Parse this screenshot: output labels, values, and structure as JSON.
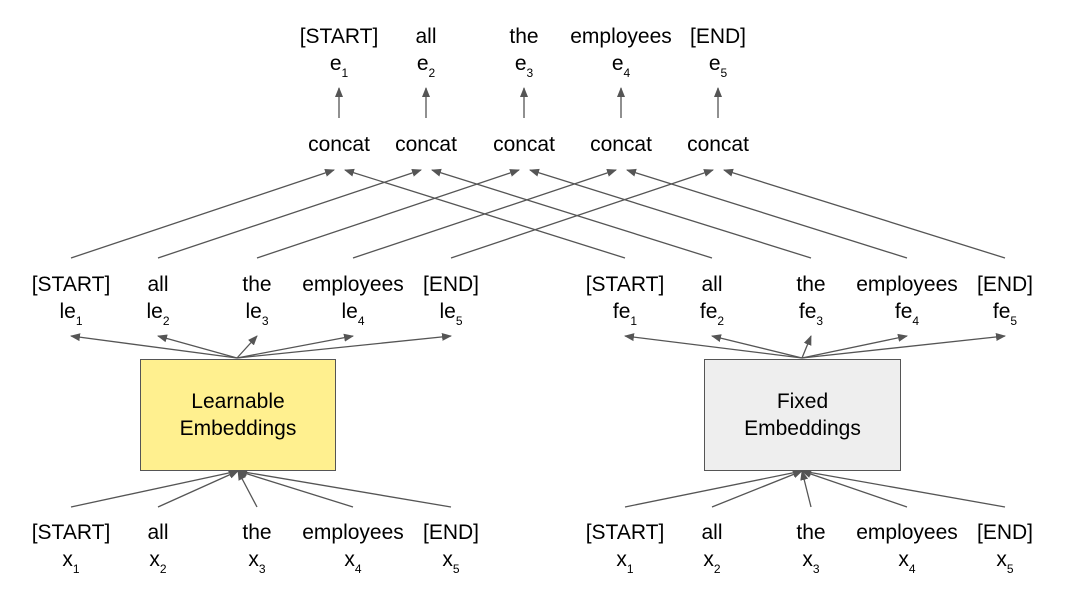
{
  "colors": {
    "learnable_box": "#fff08f",
    "fixed_box": "#eeeeee",
    "arrow": "#555555"
  },
  "outputs": [
    {
      "word": "[START]",
      "sym": "e",
      "sub": "1"
    },
    {
      "word": "all",
      "sym": "e",
      "sub": "2"
    },
    {
      "word": "the",
      "sym": "e",
      "sub": "3"
    },
    {
      "word": "employees",
      "sym": "e",
      "sub": "4"
    },
    {
      "word": "[END]",
      "sym": "e",
      "sub": "5"
    }
  ],
  "concat": [
    "concat",
    "concat",
    "concat",
    "concat",
    "concat"
  ],
  "learnable": {
    "box_line1": "Learnable",
    "box_line2": "Embeddings",
    "embeds": [
      {
        "word": "[START]",
        "sym": "le",
        "sub": "1"
      },
      {
        "word": "all",
        "sym": "le",
        "sub": "2"
      },
      {
        "word": "the",
        "sym": "le",
        "sub": "3"
      },
      {
        "word": "employees",
        "sym": "le",
        "sub": "4"
      },
      {
        "word": "[END]",
        "sym": "le",
        "sub": "5"
      }
    ],
    "inputs": [
      {
        "word": "[START]",
        "sym": "x",
        "sub": "1"
      },
      {
        "word": "all",
        "sym": "x",
        "sub": "2"
      },
      {
        "word": "the",
        "sym": "x",
        "sub": "3"
      },
      {
        "word": "employees",
        "sym": "x",
        "sub": "4"
      },
      {
        "word": "[END]",
        "sym": "x",
        "sub": "5"
      }
    ]
  },
  "fixed": {
    "box_line1": "Fixed",
    "box_line2": "Embeddings",
    "embeds": [
      {
        "word": "[START]",
        "sym": "fe",
        "sub": "1"
      },
      {
        "word": "all",
        "sym": "fe",
        "sub": "2"
      },
      {
        "word": "the",
        "sym": "fe",
        "sub": "3"
      },
      {
        "word": "employees",
        "sym": "fe",
        "sub": "4"
      },
      {
        "word": "[END]",
        "sym": "fe",
        "sub": "5"
      }
    ],
    "inputs": [
      {
        "word": "[START]",
        "sym": "x",
        "sub": "1"
      },
      {
        "word": "all",
        "sym": "x",
        "sub": "2"
      },
      {
        "word": "the",
        "sym": "x",
        "sub": "3"
      },
      {
        "word": "employees",
        "sym": "x",
        "sub": "4"
      },
      {
        "word": "[END]",
        "sym": "x",
        "sub": "5"
      }
    ]
  }
}
